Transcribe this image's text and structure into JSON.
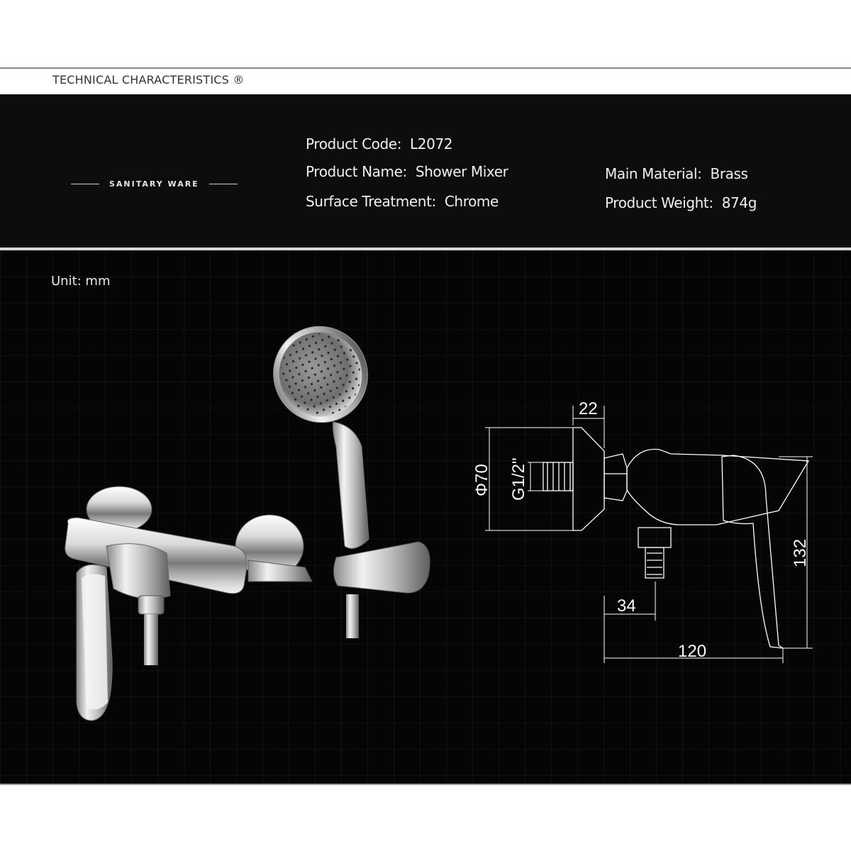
{
  "header": {
    "title": "TECHNICAL CHARACTERISTICS ®"
  },
  "category": {
    "label": "SANITARY WARE"
  },
  "specs": {
    "product_code": {
      "label": "Product Code:",
      "value": "L2072"
    },
    "product_name": {
      "label": "Product Name:",
      "value": "Shower Mixer"
    },
    "surface_treatment": {
      "label": "Surface Treatment:",
      "value": "Chrome"
    },
    "main_material": {
      "label": "Main Material:",
      "value": "Brass"
    },
    "product_weight": {
      "label": "Product Weight:",
      "value": "874g"
    }
  },
  "unit_label": "Unit: mm",
  "dimensions": {
    "depth_flange": "22",
    "diameter": "Φ70",
    "thread": "G1/2\"",
    "height": "132",
    "outlet_offset": "34",
    "length": "120"
  },
  "colors": {
    "band": "#0d0d0d",
    "drawing_bg": "#050505",
    "text": "#f0f0f0"
  }
}
